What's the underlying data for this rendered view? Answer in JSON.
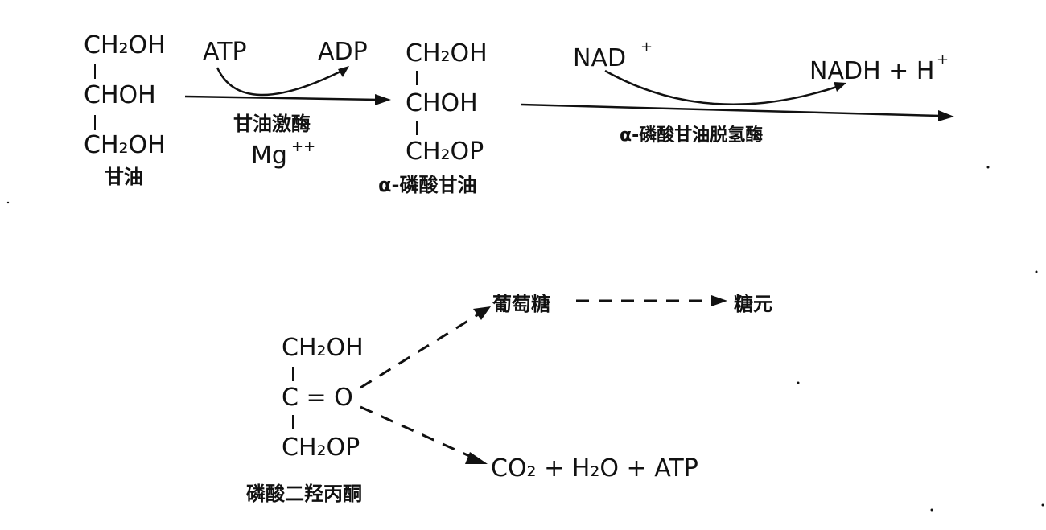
{
  "glycerol": {
    "row1": "CH₂OH",
    "row2": "CHOH",
    "row3": "CH₂OH",
    "name": "甘油"
  },
  "kinase_step": {
    "cofactor_in": "ATP",
    "cofactor_out": "ADP",
    "enzyme": "甘油激酶",
    "ion": "Mg",
    "ion_charge": "++"
  },
  "glycerol_3_phosphate": {
    "row1": "CH₂OH",
    "row2": "CHOH",
    "row3": "CH₂OP",
    "name": "α-磷酸甘油"
  },
  "dehydrogenase_step": {
    "cofactor_in": "NAD",
    "cofactor_in_charge": "+",
    "cofactor_out": "NADH + H",
    "cofactor_out_charge": "+",
    "enzyme": "α-磷酸甘油脱氢酶"
  },
  "dhap": {
    "row1": "CH₂OH",
    "row2": "C = O",
    "row3": "CH₂OP",
    "name": "磷酸二羟丙酮"
  },
  "branches": {
    "glucose": "葡萄糖",
    "glycogen": "糖元",
    "oxidation_products": "CO₂ + H₂O + ATP"
  }
}
